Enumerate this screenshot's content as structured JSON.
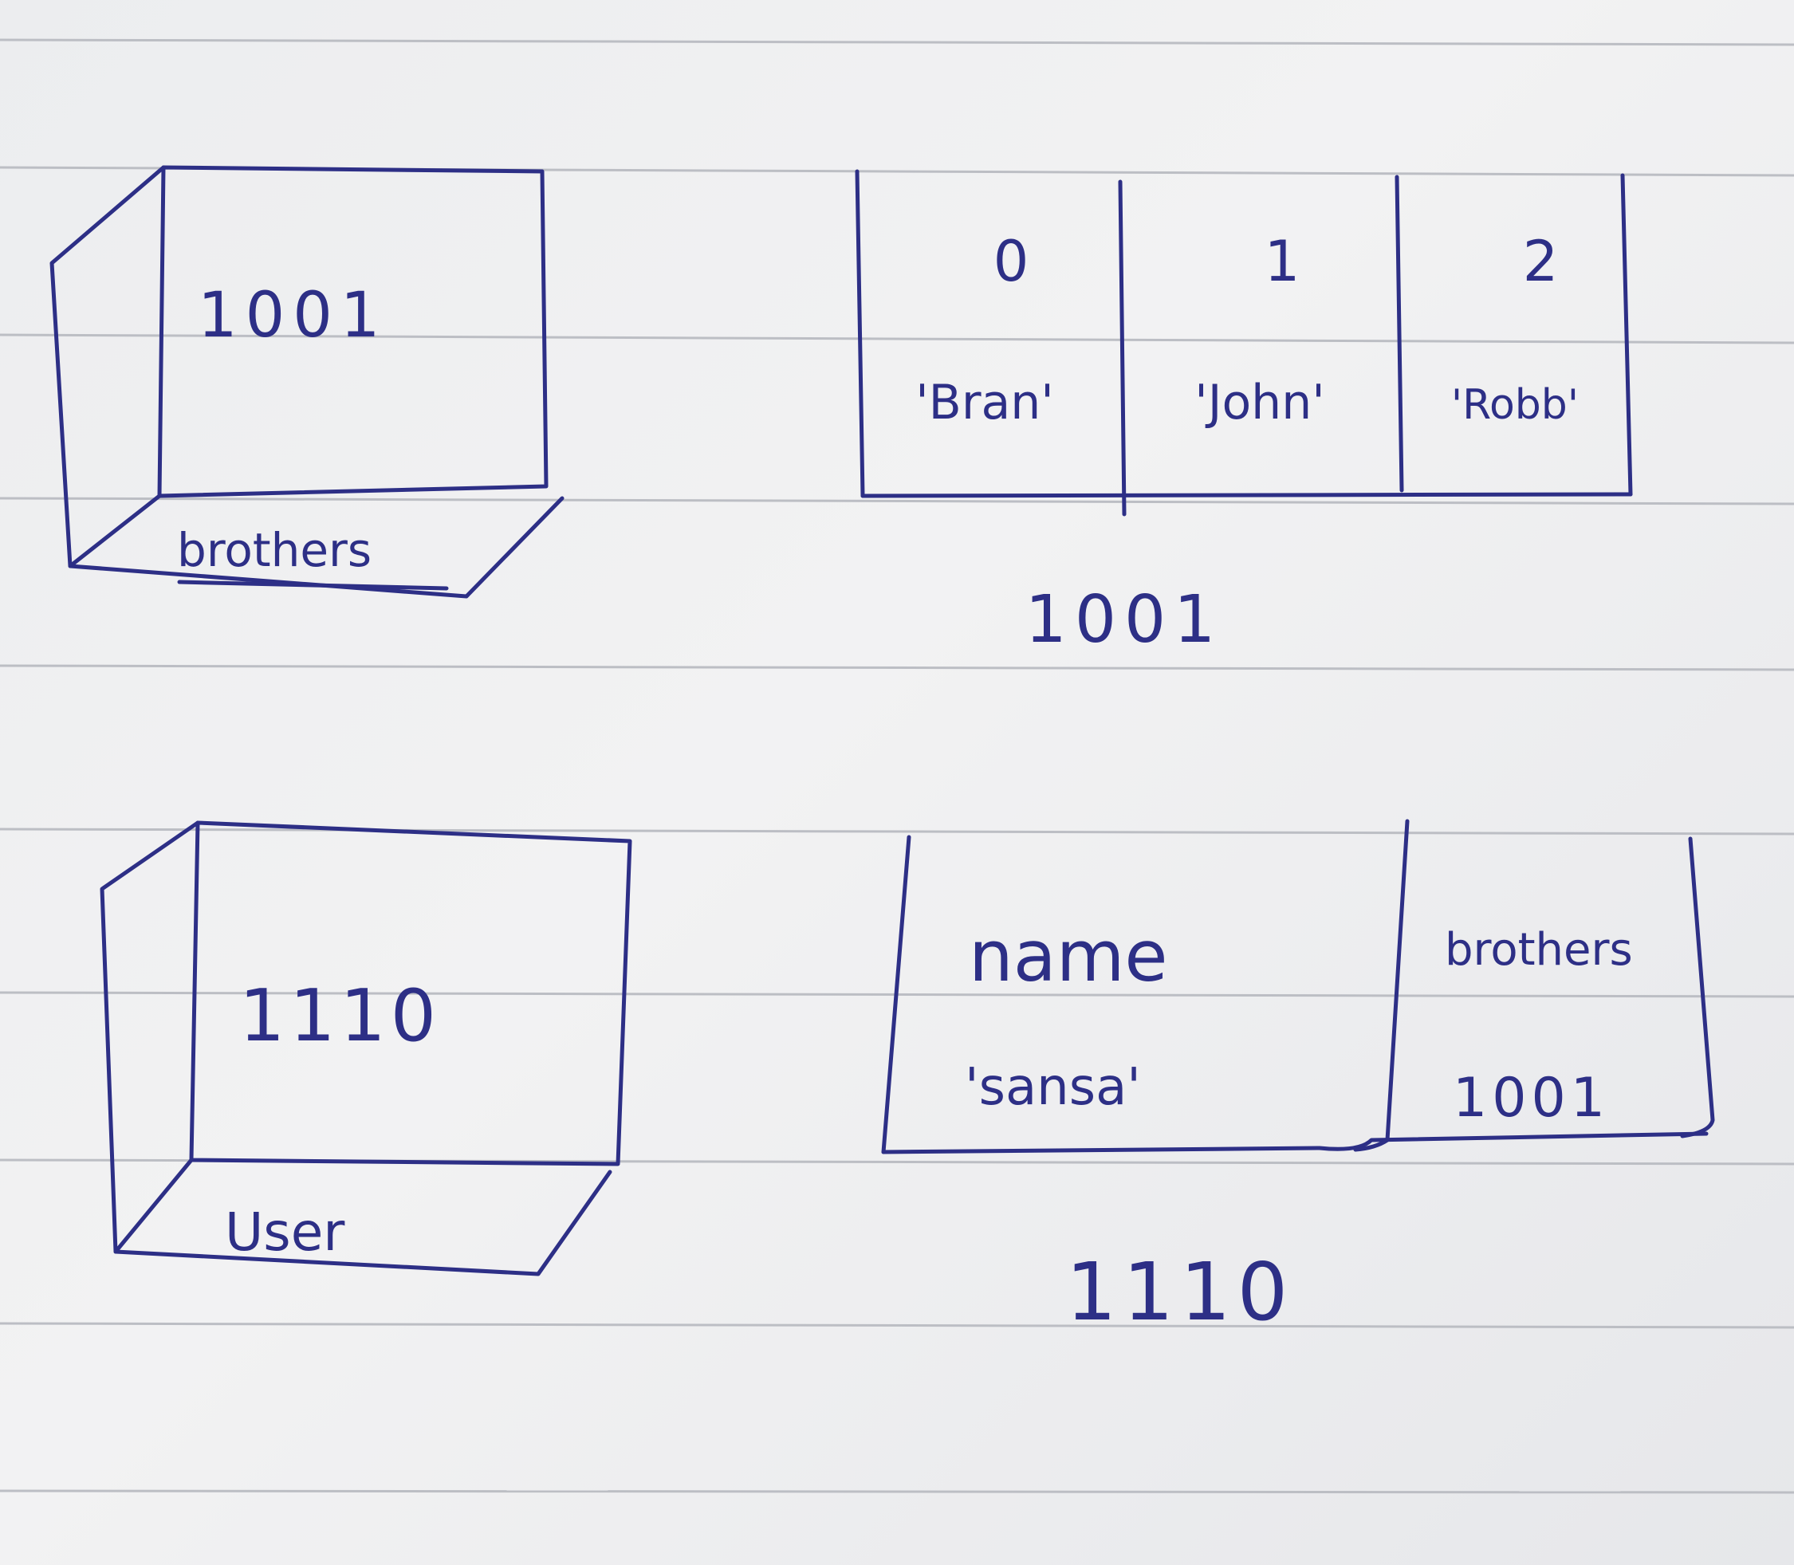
{
  "paper": {
    "ink_color": "#2d2f86",
    "rule_color": "#bcbec4"
  },
  "variables": {
    "brothers": {
      "address": "1001",
      "label": "brothers"
    },
    "user": {
      "address": "1110",
      "label": "User"
    }
  },
  "heap": {
    "array": {
      "indices": [
        "0",
        "1",
        "2"
      ],
      "values": [
        "'Bran'",
        "'John'",
        "'Robb'"
      ],
      "address": "1001"
    },
    "object": {
      "keys": [
        "name",
        "brothers"
      ],
      "values": [
        "'sansa'",
        "1001"
      ],
      "address": "1110"
    }
  }
}
